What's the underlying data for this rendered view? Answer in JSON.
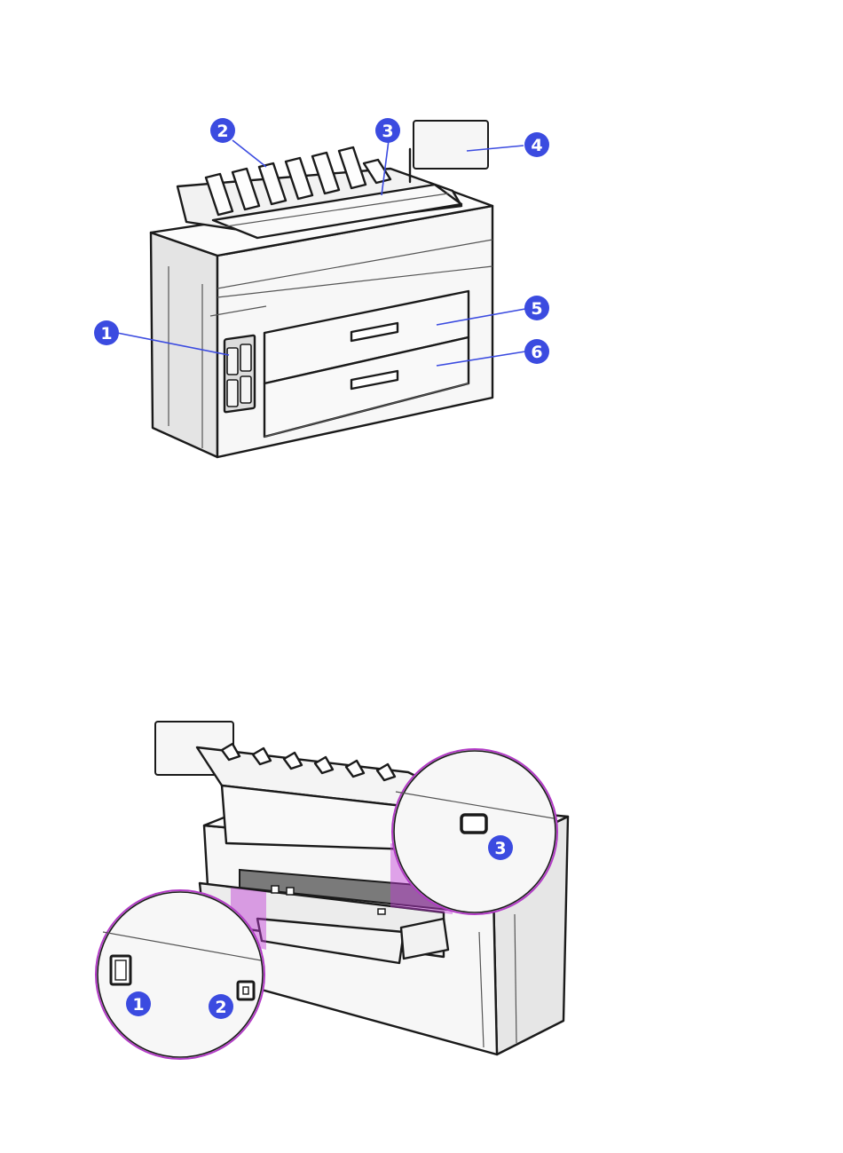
{
  "colors": {
    "callout": "#3b4be0",
    "highlight": "#c23ad6",
    "body_light": "#f7f7f7",
    "body_shade": "#e6e6e6",
    "outline": "#1a1a1a"
  },
  "front_view": {
    "callouts": [
      {
        "label": "1",
        "part": "ink-cartridges"
      },
      {
        "label": "2",
        "part": "scanner-paper-guides"
      },
      {
        "label": "3",
        "part": "scanner-lid"
      },
      {
        "label": "4",
        "part": "front-panel"
      },
      {
        "label": "5",
        "part": "upper-roll-drawer"
      },
      {
        "label": "6",
        "part": "lower-roll-drawer"
      }
    ]
  },
  "rear_view": {
    "callouts": [
      {
        "label": "1",
        "part": "power-socket"
      },
      {
        "label": "2",
        "part": "rear-port"
      },
      {
        "label": "3",
        "part": "rear-connector"
      }
    ]
  }
}
